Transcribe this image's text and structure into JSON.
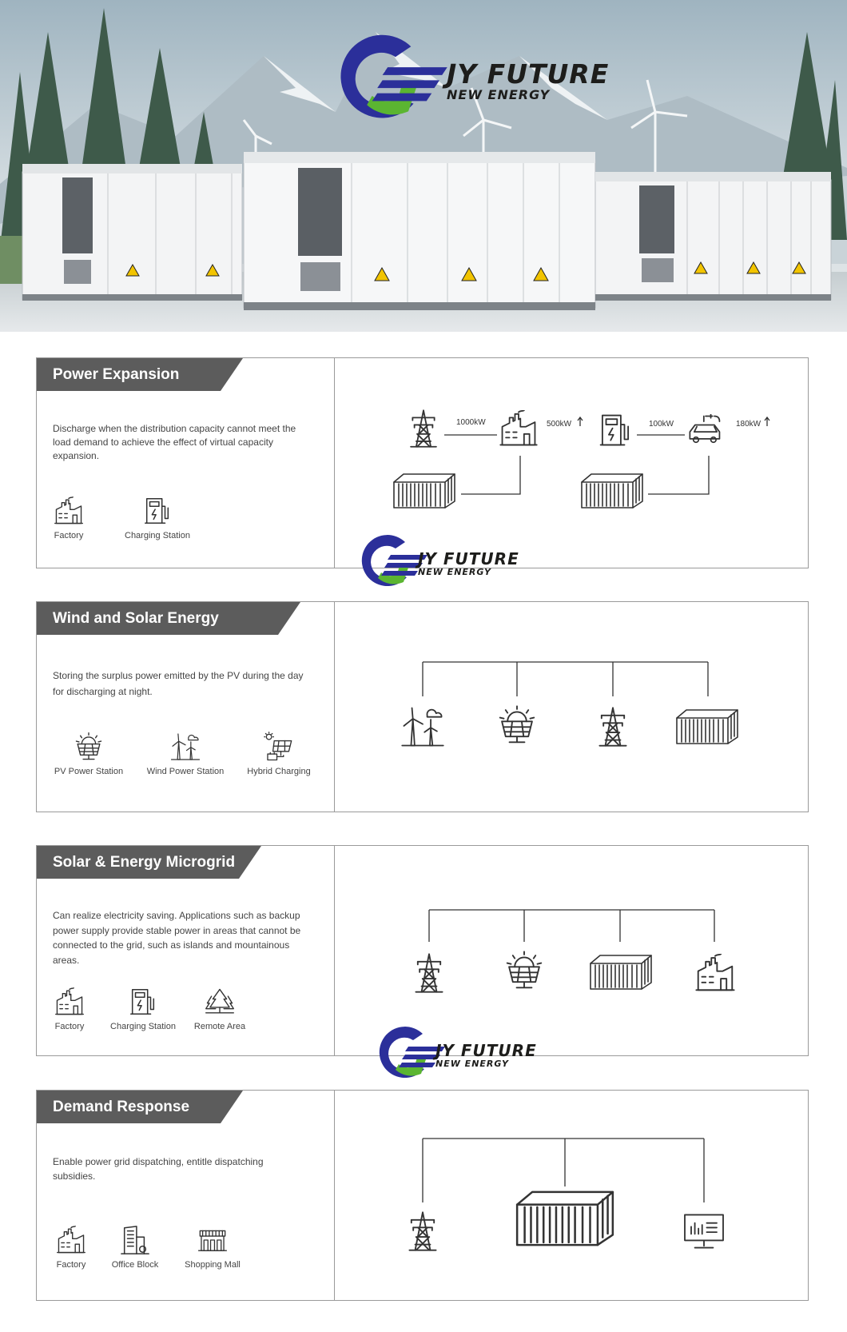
{
  "brand": {
    "name": "JY FUTURE",
    "tagline": "NEW ENERGY",
    "colors": {
      "blue": "#2b2f9a",
      "green": "#5bb531",
      "banner": "#5c5c5c"
    }
  },
  "sections": [
    {
      "title": "Power Expansion",
      "description": "Discharge when the distribution capacity cannot meet the load demand to achieve the effect of virtual capacity expansion.",
      "icons": [
        {
          "label": "Factory",
          "icon": "factory-icon"
        },
        {
          "label": "Charging Station",
          "icon": "charging-station-icon"
        }
      ],
      "diagram": {
        "labels": [
          "1000kW",
          "500kW",
          "100kW",
          "180kW"
        ],
        "nodes": [
          "power-tower-icon",
          "factory-icon",
          "charging-station-icon",
          "ev-car-icon",
          "container-icon",
          "container-icon"
        ]
      }
    },
    {
      "title": "Wind and Solar Energy Consumption",
      "description": "Storing the surplus power emitted by the PV during the day for discharging at night.",
      "icons": [
        {
          "label": "PV Power Station",
          "icon": "solar-panel-icon"
        },
        {
          "label": "Wind Power Station",
          "icon": "wind-turbine-icon"
        },
        {
          "label": "Hybrid Charging",
          "icon": "hybrid-charging-icon"
        }
      ],
      "diagram": {
        "nodes": [
          "wind-turbine-icon",
          "solar-panel-icon",
          "power-tower-icon",
          "container-icon"
        ]
      }
    },
    {
      "title": "Solar & Energy Microgrid",
      "description": "Can realize electricity saving. Applications such as backup power supply provide stable power in areas that cannot be connected to the grid, such as islands and mountainous areas.",
      "icons": [
        {
          "label": "Factory",
          "icon": "factory-icon"
        },
        {
          "label": "Charging Station",
          "icon": "charging-station-icon"
        },
        {
          "label": "Remote Area",
          "icon": "trees-icon"
        }
      ],
      "diagram": {
        "nodes": [
          "power-tower-icon",
          "solar-panel-icon",
          "container-icon",
          "factory-icon"
        ]
      }
    },
    {
      "title": "Demand Response",
      "description": "Enable power grid dispatching, entitle dispatching subsidies.",
      "icons": [
        {
          "label": "Factory",
          "icon": "factory-icon"
        },
        {
          "label": "Office Block",
          "icon": "office-block-icon"
        },
        {
          "label": "Shopping Mall",
          "icon": "shopping-mall-icon"
        }
      ],
      "diagram": {
        "nodes": [
          "power-tower-icon",
          "container-icon",
          "monitor-icon"
        ]
      }
    }
  ]
}
